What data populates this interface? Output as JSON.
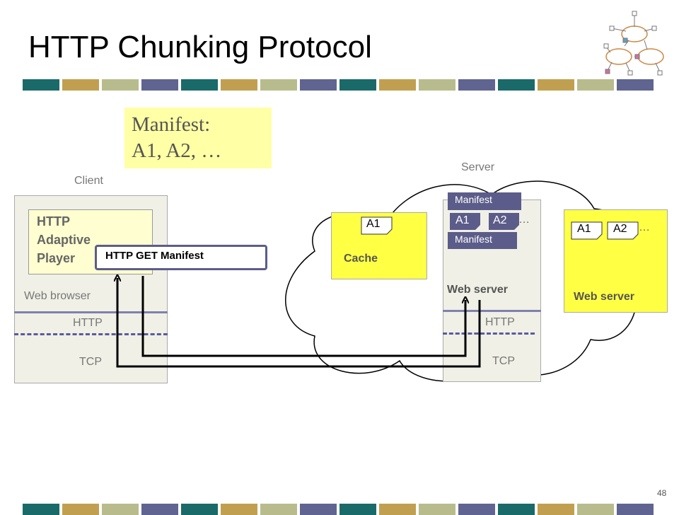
{
  "slide": {
    "title": "HTTP Chunking Protocol",
    "page_number": "48"
  },
  "colors": {
    "stripe": [
      "#1a6a6a",
      "#c0a050",
      "#b8bc8c",
      "#606490"
    ]
  },
  "manifest_note": {
    "line1": "Manifest:",
    "line2": "A1, A2, …"
  },
  "client": {
    "label": "Client",
    "player": "HTTP\nAdaptive\nPlayer",
    "browser_label": "Web browser",
    "http_label": "HTTP",
    "tcp_label": "TCP"
  },
  "request": {
    "label": "HTTP GET Manifest"
  },
  "server": {
    "label": "Server",
    "cache": {
      "label": "Cache",
      "chunk": "A1"
    },
    "web_server_1": {
      "label": "Web server",
      "manifest_top": "Manifest",
      "chunk1": "A1",
      "chunk2": "A2",
      "ellipsis": "…",
      "manifest_bottom": "Manifest",
      "http_label": "HTTP",
      "tcp_label": "TCP"
    },
    "web_server_2": {
      "label": "Web server",
      "chunk1": "A1",
      "chunk2": "A2",
      "ellipsis": "…"
    }
  }
}
